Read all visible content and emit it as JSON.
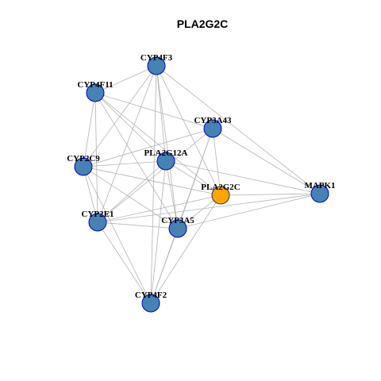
{
  "title": "PLA2G2C",
  "colors": {
    "node_fill": "#4682B4",
    "node_stroke": "#0000CD",
    "highlight_fill": "#FFA500",
    "highlight_stroke": "#333333",
    "edge": "#B3B3B3"
  },
  "highlight_node": "PLA2G2C",
  "nodes": [
    {
      "id": "CYP4F3"
    },
    {
      "id": "CYP4F11"
    },
    {
      "id": "CYP3A43"
    },
    {
      "id": "CYP2C9"
    },
    {
      "id": "PLA2G12A"
    },
    {
      "id": "PLA2G2C"
    },
    {
      "id": "MAPK1"
    },
    {
      "id": "CYP2E1"
    },
    {
      "id": "CYP3A5"
    },
    {
      "id": "CYP4F2"
    }
  ],
  "edges": [
    [
      "CYP4F3",
      "CYP4F11"
    ],
    [
      "CYP4F3",
      "CYP2C9"
    ],
    [
      "CYP4F3",
      "CYP2E1"
    ],
    [
      "CYP4F3",
      "PLA2G12A"
    ],
    [
      "CYP4F3",
      "CYP3A5"
    ],
    [
      "CYP4F3",
      "PLA2G2C"
    ],
    [
      "CYP4F3",
      "MAPK1"
    ],
    [
      "CYP4F3",
      "CYP4F2"
    ],
    [
      "CYP4F11",
      "CYP3A43"
    ],
    [
      "CYP4F11",
      "CYP2C9"
    ],
    [
      "CYP4F11",
      "CYP2E1"
    ],
    [
      "CYP4F11",
      "PLA2G12A"
    ],
    [
      "CYP4F11",
      "CYP3A5"
    ],
    [
      "CYP4F11",
      "PLA2G2C"
    ],
    [
      "CYP3A43",
      "CYP2C9"
    ],
    [
      "CYP3A43",
      "CYP2E1"
    ],
    [
      "CYP3A43",
      "CYP3A5"
    ],
    [
      "CYP3A43",
      "PLA2G2C"
    ],
    [
      "CYP3A43",
      "MAPK1"
    ],
    [
      "CYP3A43",
      "CYP4F2"
    ],
    [
      "CYP2C9",
      "PLA2G12A"
    ],
    [
      "CYP2C9",
      "CYP2E1"
    ],
    [
      "CYP2C9",
      "CYP3A5"
    ],
    [
      "CYP2C9",
      "PLA2G2C"
    ],
    [
      "CYP2C9",
      "CYP4F2"
    ],
    [
      "PLA2G12A",
      "PLA2G2C"
    ],
    [
      "PLA2G12A",
      "MAPK1"
    ],
    [
      "PLA2G12A",
      "CYP2E1"
    ],
    [
      "PLA2G12A",
      "CYP3A5"
    ],
    [
      "PLA2G12A",
      "CYP4F2"
    ],
    [
      "PLA2G2C",
      "MAPK1"
    ],
    [
      "PLA2G2C",
      "CYP2E1"
    ],
    [
      "PLA2G2C",
      "CYP3A5"
    ],
    [
      "PLA2G2C",
      "CYP4F2"
    ],
    [
      "MAPK1",
      "CYP3A5"
    ],
    [
      "MAPK1",
      "CYP2E1"
    ],
    [
      "CYP2E1",
      "CYP3A5"
    ],
    [
      "CYP2E1",
      "CYP4F2"
    ],
    [
      "CYP3A5",
      "CYP4F2"
    ]
  ]
}
